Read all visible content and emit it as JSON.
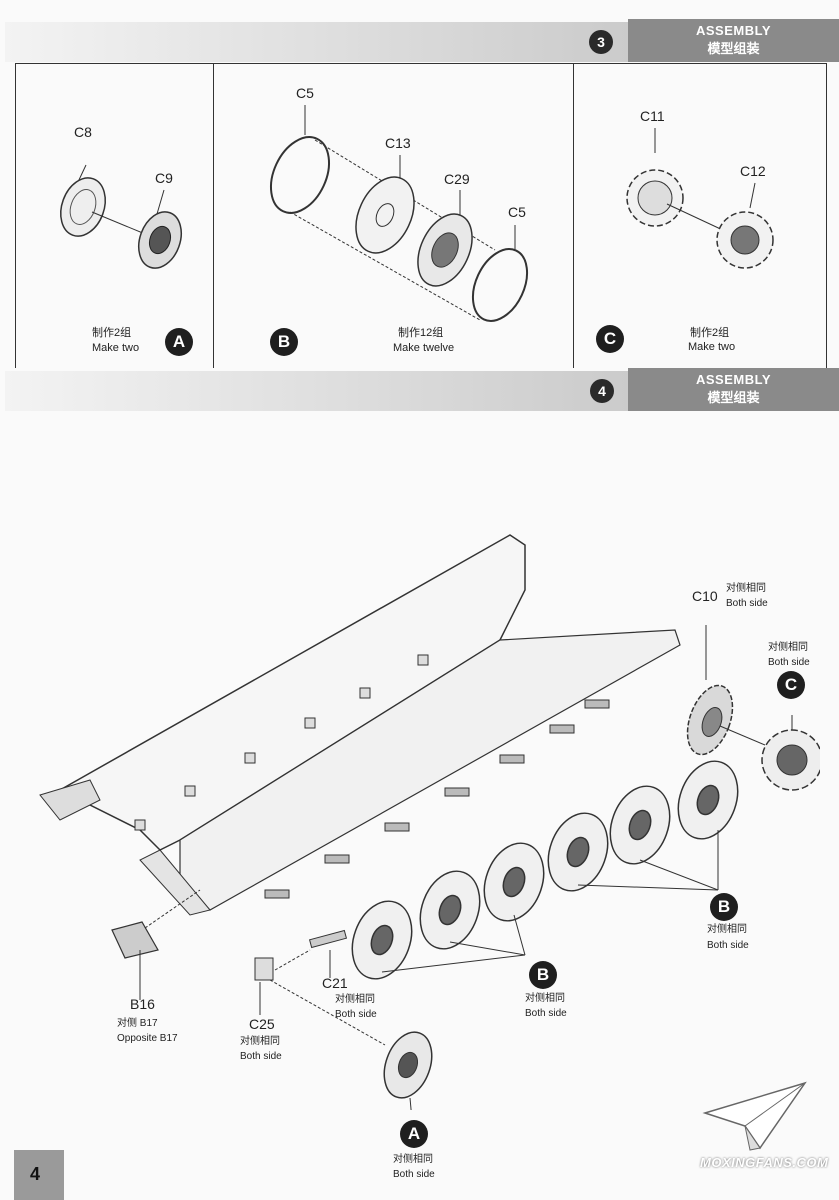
{
  "step3": {
    "number": "3",
    "title_en": "ASSEMBLY",
    "title_cn": "模型组装",
    "panelA": {
      "part1": "C8",
      "part2": "C9",
      "note_cn": "制作2组",
      "note_en": "Make two",
      "badge": "A"
    },
    "panelB": {
      "part1": "C5",
      "part2": "C13",
      "part3": "C29",
      "part4": "C5",
      "note_cn": "制作12组",
      "note_en": "Make twelve",
      "badge": "B"
    },
    "panelC": {
      "part1": "C11",
      "part2": "C12",
      "note_cn": "制作2组",
      "note_en": "Make two",
      "badge": "C"
    }
  },
  "step4": {
    "number": "4",
    "title_en": "ASSEMBLY",
    "title_cn": "模型组装",
    "c10": {
      "part": "C10",
      "note_cn": "对侧相同",
      "note_en": "Both side"
    },
    "c_sub": {
      "badge": "C",
      "note_cn": "对侧相同",
      "note_en": "Both side"
    },
    "b_right": {
      "badge": "B",
      "note_cn": "对侧相同",
      "note_en": "Both side"
    },
    "b_mid": {
      "badge": "B",
      "note_cn": "对侧相同",
      "note_en": "Both side"
    },
    "c21": {
      "part": "C21",
      "note_cn": "对侧相同",
      "note_en": "Both side"
    },
    "c25": {
      "part": "C25",
      "note_cn": "对侧相同",
      "note_en": "Both side"
    },
    "b16": {
      "part": "B16",
      "note_cn": "对侧  B17",
      "note_en": "Opposite B17"
    },
    "a_bottom": {
      "badge": "A",
      "note_cn": "对侧相同",
      "note_en": "Both side"
    }
  },
  "footer": {
    "page_number": "4",
    "watermark": "MOXINGFANS.COM"
  }
}
